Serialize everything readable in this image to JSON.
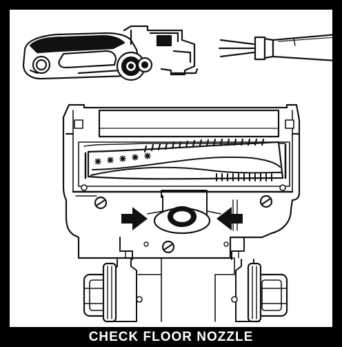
{
  "caption": "CHECK FLOOR NOZZLE",
  "colors": {
    "frame": "#000000",
    "panel": "#ffffff",
    "ink": "#111111"
  },
  "icons": [
    "vacuum-head-side-view",
    "wand-tube",
    "floor-nozzle-underside",
    "brushroll",
    "direction-arrow"
  ]
}
